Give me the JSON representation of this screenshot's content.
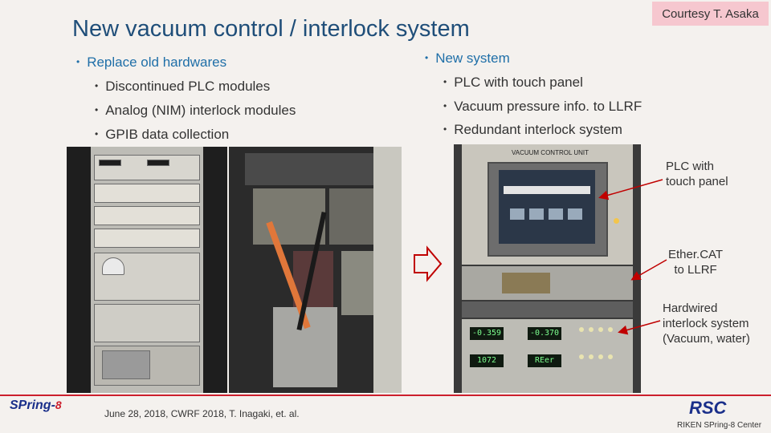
{
  "title": "New vacuum control / interlock system",
  "credit": "Courtesy T. Asaka",
  "left": {
    "heading": "Replace old hardwares",
    "items": [
      "Discontinued PLC modules",
      "Analog (NIM) interlock modules",
      "GPIB data collection"
    ]
  },
  "right": {
    "heading": "New system",
    "items": [
      "PLC with touch panel",
      "Vacuum pressure info. to LLRF",
      "Redundant interlock system"
    ]
  },
  "photo_right": {
    "panel_label": "VACUUM CONTROL UNIT",
    "display_1": "-0.359",
    "display_2": "-0.370",
    "display_3": "1072",
    "display_4": "REer"
  },
  "callouts": {
    "plc": [
      "PLC with",
      "touch panel"
    ],
    "ethercat": [
      "Ether.CAT",
      "to LLRF"
    ],
    "hardwired": [
      "Hardwired",
      "interlock system",
      "(Vacuum, water)"
    ]
  },
  "footer": {
    "date": "June 28, 2018, CWRF 2018,   T. Inagaki, et. al.",
    "logo_left": "SPring-",
    "logo_left_sub": "8",
    "logo_right": "RSC",
    "logo_right_caption": "RIKEN SPring-8 Center"
  },
  "colors": {
    "title": "#1f4e79",
    "bullet_level1": "#1f6fa8",
    "credit_bg": "#f6c7cf",
    "arrow": "#c00000",
    "accent_red": "#cc1f2d"
  },
  "icons": {
    "transition_arrow": "right-arrow-outline-icon",
    "callout_arrow": "red-pointer-arrow-icon"
  }
}
